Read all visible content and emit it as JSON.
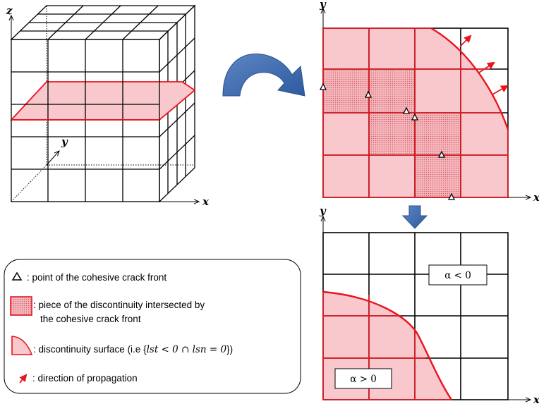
{
  "axes": {
    "cube": {
      "z": "z",
      "y": "y",
      "x": "x"
    },
    "top_right": {
      "y": "y",
      "x": "x"
    },
    "bottom_right": {
      "y": "y",
      "x": "x"
    }
  },
  "regions": {
    "negative": "α < 0",
    "positive": "α > 0"
  },
  "legend": {
    "crack_front_point": ": point of the cohesive crack front",
    "piece_line1": ": piece of the discontinuity intersected by",
    "piece_line2": "the cohesive crack front",
    "surface_prefix": ": discontinuity surface (i.e {",
    "surface_math": "lst < 0 ∩ lsn = 0",
    "surface_suffix": "})",
    "propagation": ": direction of propagation"
  },
  "colors": {
    "crack_red": "#e8141e",
    "crack_fill": "#f8c8cc",
    "dotted_fill": "#ee9aa2",
    "arrow_blue": "#3e6db0"
  }
}
